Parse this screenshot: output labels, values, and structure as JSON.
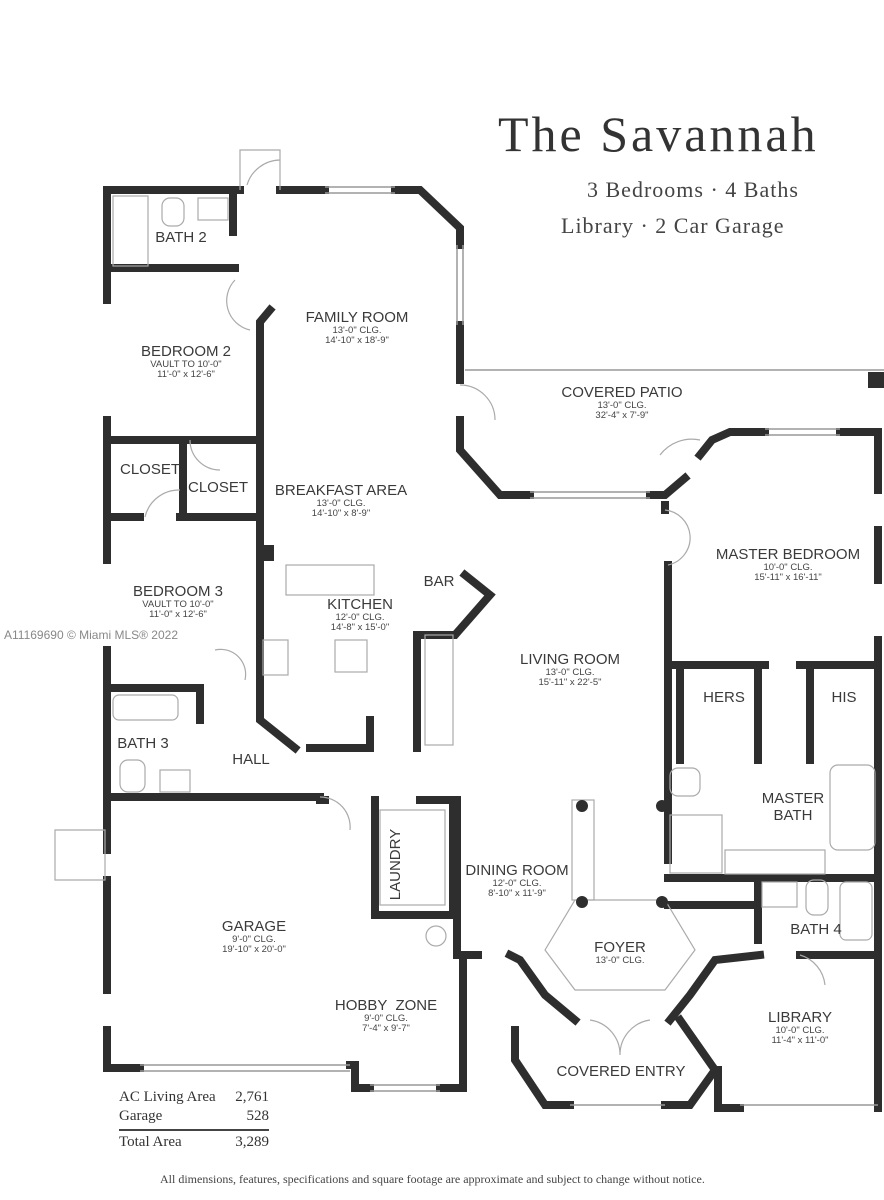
{
  "title": "The Savannah",
  "subtitle_line1": "3 Bedrooms · 4 Baths",
  "subtitle_line2": "Library · 2 Car Garage",
  "watermark": "A11169690 © Miami MLS® 2022",
  "rooms": {
    "family_room": {
      "name": "FAMILY ROOM",
      "ceiling": "13'-0\" CLG.",
      "size": "14'-10\" x 18'-9\""
    },
    "bath2": {
      "name": "BATH 2"
    },
    "bedroom2": {
      "name": "BEDROOM 2",
      "ceiling": "VAULT TO 10'-0\"",
      "size": "11'-0\" x 12'-6\""
    },
    "closet1": {
      "name": "CLOSET"
    },
    "closet2": {
      "name": "CLOSET"
    },
    "breakfast": {
      "name": "BREAKFAST AREA",
      "ceiling": "13'-0\" CLG.",
      "size": "14'-10\" x 8'-9\""
    },
    "bedroom3": {
      "name": "BEDROOM 3",
      "ceiling": "VAULT TO 10'-0\"",
      "size": "11'-0\" x 12'-6\""
    },
    "kitchen": {
      "name": "KITCHEN",
      "ceiling": "12'-0\" CLG.",
      "size": "14'-8\" x 15'-0\""
    },
    "bar": {
      "name": "BAR"
    },
    "covered_patio": {
      "name": "COVERED PATIO",
      "ceiling": "13'-0\" CLG.",
      "size": "32'-4\" x 7'-9\""
    },
    "master_bedroom": {
      "name": "MASTER BEDROOM",
      "ceiling": "10'-0\" CLG.",
      "size": "15'-11\" x 16'-11\""
    },
    "living_room": {
      "name": "LIVING ROOM",
      "ceiling": "13'-0\" CLG.",
      "size": "15'-11\" x 22'-5\""
    },
    "hers": {
      "name": "HERS"
    },
    "his": {
      "name": "HIS"
    },
    "master_bath": {
      "name1": "MASTER",
      "name2": "BATH"
    },
    "bath3": {
      "name": "BATH 3"
    },
    "hall": {
      "name": "HALL"
    },
    "laundry": {
      "name": "LAUNDRY"
    },
    "dining_room": {
      "name": "DINING ROOM",
      "ceiling": "12'-0\" CLG.",
      "size": "8'-10\" x 11'-9\""
    },
    "garage": {
      "name": "GARAGE",
      "ceiling": "9'-0\" CLG.",
      "size": "19'-10\" x 20'-0\""
    },
    "hobby_zone": {
      "name": "HOBBY  ZONE",
      "ceiling": "9'-0\" CLG.",
      "size": "7'-4\" x 9'-7\""
    },
    "foyer": {
      "name": "FOYER",
      "ceiling": "13'-0\" CLG."
    },
    "bath4": {
      "name": "BATH 4"
    },
    "library": {
      "name": "LIBRARY",
      "ceiling": "10'-0\" CLG.",
      "size": "11'-4\" x 11'-0\""
    },
    "covered_entry": {
      "name": "COVERED ENTRY"
    }
  },
  "areas": [
    {
      "label": "AC Living Area",
      "value": "2,761"
    },
    {
      "label": "Garage",
      "value": "528"
    },
    {
      "label": "Total Area",
      "value": "3,289"
    }
  ],
  "disclaimer": "All dimensions, features, specifications and square footage are approximate and subject to change without notice.",
  "colors": {
    "wall": "#2e2e2e",
    "fixture": "#aaaaaa",
    "text": "#333333"
  }
}
